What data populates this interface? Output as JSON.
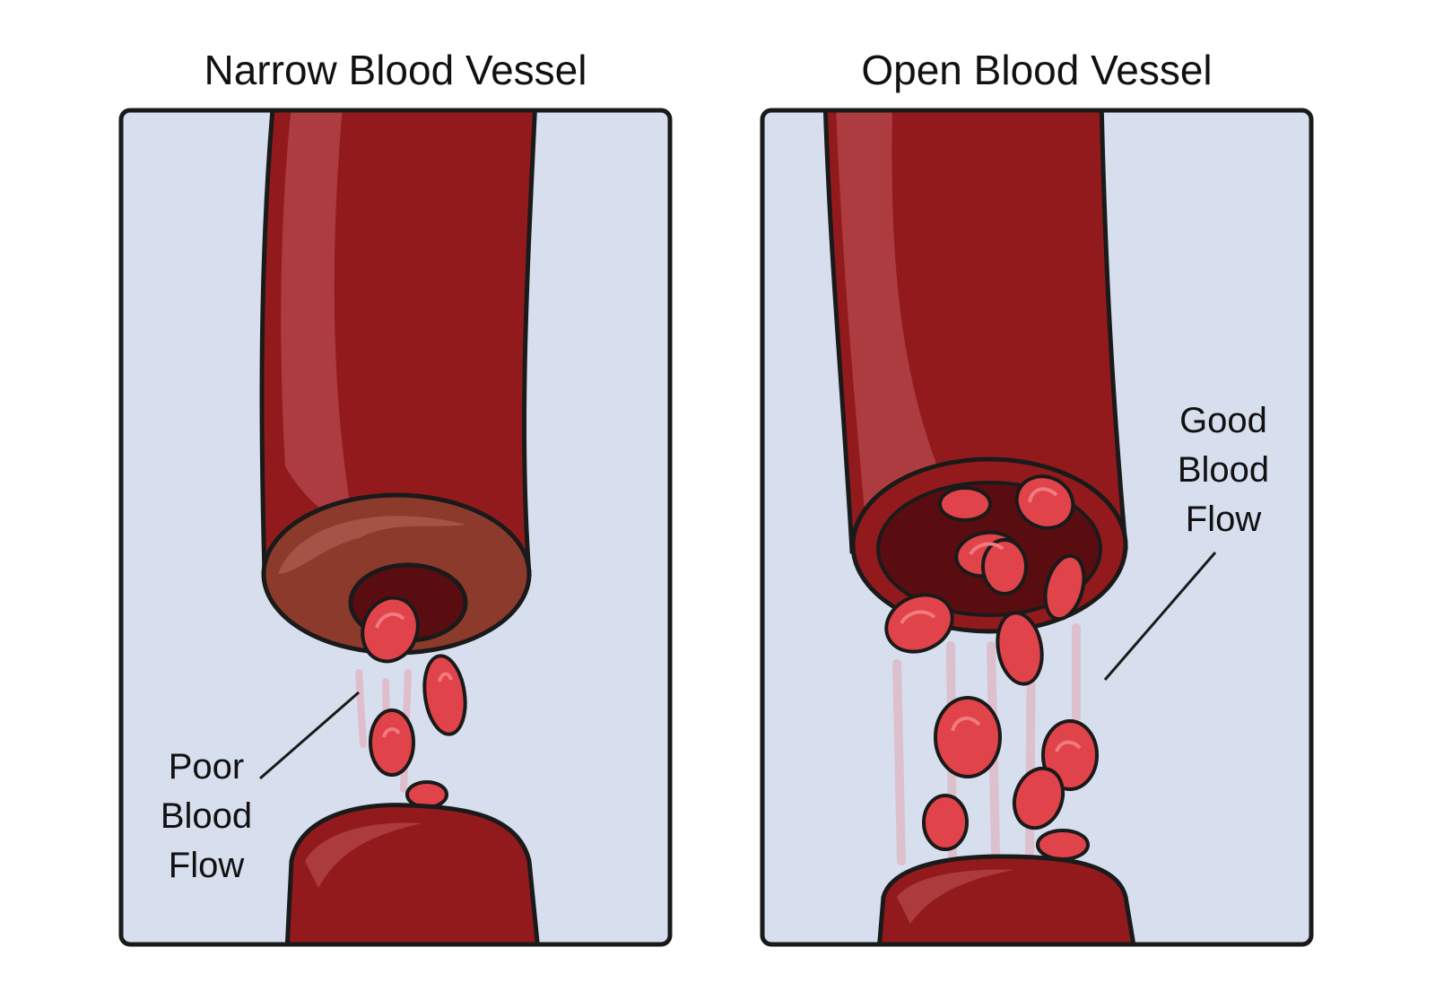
{
  "panels": [
    {
      "title": "Narrow Blood Vessel",
      "label_lines": [
        "Poor",
        "Blood",
        "Flow"
      ]
    },
    {
      "title": "Open Blood Vessel",
      "label_lines": [
        "Good",
        "Blood",
        "Flow"
      ]
    }
  ],
  "colors": {
    "panel_background": "#d7deee",
    "vessel_wall": "#931a1c",
    "vessel_highlight": "#b24346",
    "plaque": "#8c3a2b",
    "plaque_highlight": "#a9574a",
    "lumen_dark": "#5a0d10",
    "blood_cell": "#e0434a",
    "blood_cell_highlight": "#f07a7e",
    "outline": "#1a1a1a"
  }
}
